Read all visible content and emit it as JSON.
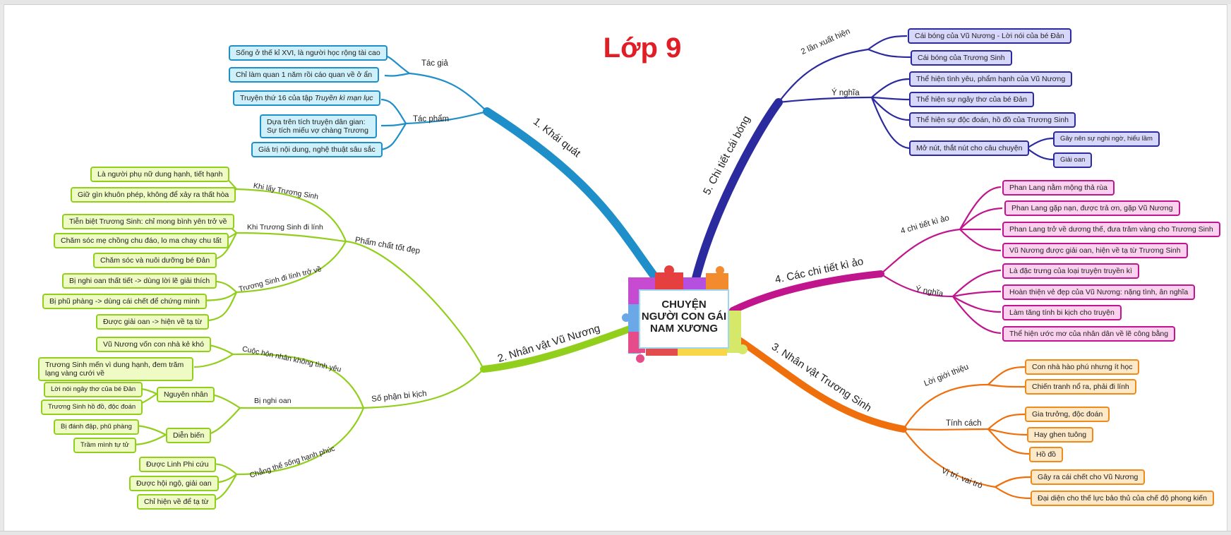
{
  "title": "Lớp 9",
  "center": {
    "line1": "CHUYỆN",
    "line2": "NGƯỜI CON GÁI",
    "line3": "NAM XƯƠNG"
  },
  "branches": {
    "b1": {
      "label": "1. Khái quát",
      "color": "#1e8fc8",
      "tac_gia": {
        "label": "Tác giả",
        "items": [
          "Sống ở thế kỉ XVI, là người học rộng tài cao",
          "Chỉ làm quan 1 năm rồi cáo quan về ở ẩn"
        ]
      },
      "tac_pham": {
        "label": "Tác phẩm",
        "item1_prefix": "Truyện thứ 16 của tập ",
        "item1_italic": "Truyền kì mạn lục",
        "item2_line1": "Dựa trên tích truyện dân gian:",
        "item2_line2": "Sự tích miếu vợ chàng Trương",
        "item3": "Giá trị nội dung, nghệ thuật sâu sắc"
      }
    },
    "b2": {
      "label": "2. Nhân vật Vũ Nương",
      "color": "#92cf1c",
      "pham_chat": {
        "label": "Phẩm chất tốt đẹp",
        "khi_lay": {
          "label": "Khi lấy Trương Sinh",
          "items": [
            "Là người phụ nữ dung hạnh, tiết hạnh",
            "Giữ gìn khuôn phép, không để xảy ra thất hòa"
          ]
        },
        "khi_di_linh": {
          "label": "Khi Trương Sinh đi lính",
          "items": [
            "Tiễn biệt Trương Sinh: chỉ mong bình yên trở về",
            "Chăm sóc mẹ chồng chu đáo, lo ma chay chu tất",
            "Chăm sóc và nuôi dưỡng bé Đản"
          ]
        },
        "tro_ve": {
          "label": "Trương Sinh đi lính trở về",
          "items": [
            "Bị nghi oan thất tiết -> dùng lời lẽ giải thích",
            "Bị phũ phàng -> dùng cái chết để chứng minh",
            "Được giải oan -> hiện về tạ từ"
          ]
        }
      },
      "so_phan": {
        "label": "Số phận bi kịch",
        "hon_nhan": {
          "label": "Cuộc hôn nhân không tình yêu",
          "items": [
            "Vũ Nương vốn con nhà kẻ khó",
            "Trương Sinh mến vì dung hạnh, đem trăm lạng vàng cưới về"
          ]
        },
        "nghi_oan": {
          "label": "Bị nghi oan",
          "nguyen_nhan": {
            "label": "Nguyên nhân",
            "items": [
              "Lời nói ngây thơ của bé Đản",
              "Trương Sinh hồ đồ, độc đoán"
            ]
          },
          "dien_bien": {
            "label": "Diễn biến",
            "items": [
              "Bị đánh đập, phũ phàng",
              "Trầm mình tự tử"
            ]
          }
        },
        "chang_the": {
          "label": "Chẳng thể sống hạnh phúc",
          "items": [
            "Được Linh Phi cứu",
            "Được hội ngộ, giải oan",
            "Chỉ hiện về để tạ từ"
          ]
        }
      }
    },
    "b3": {
      "label": "3. Nhân vật Trương Sinh",
      "color": "#ef6f0c",
      "loi_gioi_thieu": {
        "label": "Lời giới thiệu",
        "items": [
          "Con nhà hào phú nhưng ít học",
          "Chiến tranh nổ ra, phải đi lính"
        ]
      },
      "tinh_cach": {
        "label": "Tính cách",
        "items": [
          "Gia trưởng, độc đoán",
          "Hay ghen tuông",
          "Hồ đồ"
        ]
      },
      "vi_tri": {
        "label": "Vị trí, vai trò",
        "items": [
          "Gây ra cái chết cho Vũ Nương",
          "Đại diện cho thế lực bảo thủ của chế độ phong kiến"
        ]
      }
    },
    "b4": {
      "label": "4. Các chi tiết kì ảo",
      "color": "#c0158d",
      "chi_tiet": {
        "label": "4 chi tiết kì ảo",
        "items": [
          "Phan Lang nằm mộng thả rùa",
          "Phan Lang gặp nạn, được trả ơn, gặp Vũ Nương",
          "Phan Lang trở về dương thế, đưa trâm vàng cho Trương Sinh",
          "Vũ Nương được giải oan, hiện về tạ từ Trương Sinh"
        ]
      },
      "y_nghia": {
        "label": "Ý nghĩa",
        "items": [
          "Là đặc trưng của loại truyện truyền kì",
          "Hoàn thiện vẻ đẹp của Vũ Nương: nặng tình, ân nghĩa",
          "Làm tăng tính bi kịch cho truyện",
          "Thể hiện ước mơ của nhân dân về lẽ công bằng"
        ]
      }
    },
    "b5": {
      "label": "5. Chi tiết cái bóng",
      "color": "#2b2a9e",
      "xuat_hien": {
        "label": "2 lần xuất hiện",
        "items": [
          "Cái bóng của Vũ Nương - Lời nói của bé Đản",
          "Cái bóng của Trương Sinh"
        ]
      },
      "y_nghia": {
        "label": "Ý nghĩa",
        "items": [
          "Thể hiện tình yêu, phẩm hạnh của Vũ Nương",
          "Thể hiện sự ngây thơ của bé Đản",
          "Thể hiện sự độc đoán, hồ đồ của Trương Sinh"
        ],
        "mo_nut": {
          "label": "Mở nút, thắt nút cho câu chuyện",
          "items": [
            "Gây nên sự nghi ngờ, hiểu lầm",
            "Giải oan"
          ]
        }
      }
    }
  }
}
